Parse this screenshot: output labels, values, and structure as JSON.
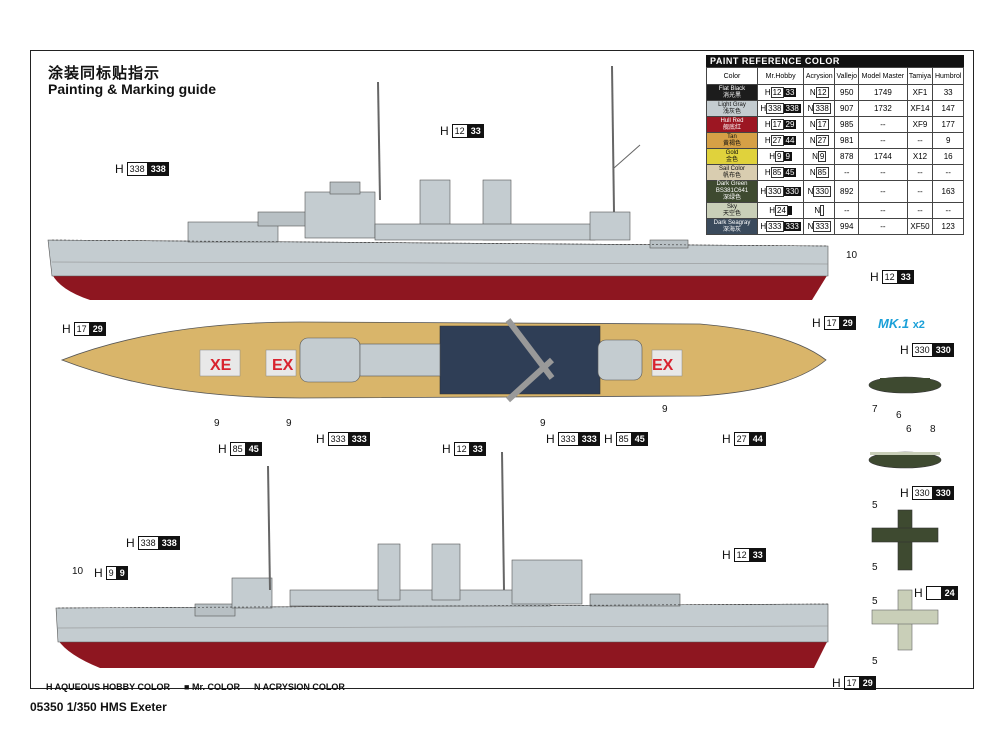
{
  "header": {
    "title_cn": "涂装同标贴指示",
    "title_en": "Painting & Marking guide"
  },
  "footer": {
    "product": "05350  1/350 HMS Exeter"
  },
  "legend": [
    {
      "key": "H",
      "label": "AQUEOUS HOBBY COLOR"
    },
    {
      "key": "■",
      "label": "Mr. COLOR"
    },
    {
      "key": "N",
      "label": "ACRYSION COLOR"
    }
  ],
  "paint_table": {
    "title": "PAINT  REFERENCE COLOR",
    "headers": [
      "Color",
      "Mr.Hobby",
      "Acrysion",
      "Vallejo",
      "Model Master",
      "Tamiya",
      "Humbrol"
    ],
    "rows": [
      {
        "name": "Flat Black",
        "cn": "消光黑",
        "swatch": "#1c1c1c",
        "text": "#ffffff",
        "h": "12",
        "mr": "33",
        "n": "12",
        "vallejo": "950",
        "mm": "1749",
        "tamiya": "XF1",
        "humbrol": "33"
      },
      {
        "name": "Light Gray",
        "cn": "浅灰色",
        "swatch": "#c4ccd0",
        "text": "#111111",
        "h": "338",
        "mr": "338",
        "n": "338",
        "vallejo": "907",
        "mm": "1732",
        "tamiya": "XF14",
        "humbrol": "147"
      },
      {
        "name": "Hull Red",
        "cn": "舰底红",
        "swatch": "#9c1622",
        "text": "#ffffff",
        "h": "17",
        "mr": "29",
        "n": "17",
        "vallejo": "985",
        "mm": "--",
        "tamiya": "XF9",
        "humbrol": "177"
      },
      {
        "name": "Tan",
        "cn": "黄褐色",
        "swatch": "#d6a046",
        "text": "#111111",
        "h": "27",
        "mr": "44",
        "n": "27",
        "vallejo": "981",
        "mm": "--",
        "tamiya": "--",
        "humbrol": "9"
      },
      {
        "name": "Gold",
        "cn": "金色",
        "swatch": "#e0d23c",
        "text": "#111111",
        "h": "9",
        "mr": "9",
        "n": "9",
        "vallejo": "878",
        "mm": "1744",
        "tamiya": "X12",
        "humbrol": "16"
      },
      {
        "name": "Sail Color",
        "cn": "帆布色",
        "swatch": "#d9cdb0",
        "text": "#111111",
        "h": "85",
        "mr": "45",
        "n": "85",
        "vallejo": "--",
        "mm": "--",
        "tamiya": "--",
        "humbrol": "--"
      },
      {
        "name": "Dark Green BS381C641",
        "cn": "深绿色",
        "swatch": "#3e4a30",
        "text": "#ffffff",
        "h": "330",
        "mr": "330",
        "n": "330",
        "vallejo": "892",
        "mm": "--",
        "tamiya": "--",
        "humbrol": "163"
      },
      {
        "name": "Sky",
        "cn": "天空色",
        "swatch": "#c9cfb8",
        "text": "#111111",
        "h": "24",
        "mr": "",
        "n": "",
        "vallejo": "--",
        "mm": "--",
        "tamiya": "--",
        "humbrol": "--"
      },
      {
        "name": "Dark Seagray",
        "cn": "深海灰",
        "swatch": "#3a4a5c",
        "text": "#ffffff",
        "h": "333",
        "mr": "333",
        "n": "333",
        "vallejo": "994",
        "mm": "--",
        "tamiya": "XF50",
        "humbrol": "123"
      }
    ]
  },
  "aircraft": {
    "label": "MK.1",
    "count": "x2"
  },
  "ship": {
    "deck_marking": "EX",
    "deck_marking_rev": "XE"
  },
  "callouts": [
    {
      "h": "12",
      "c": "33"
    },
    {
      "h": "338",
      "c": "338"
    },
    {
      "h": "12",
      "c": "33"
    },
    {
      "h": "17",
      "c": "29"
    },
    {
      "h": "17",
      "c": "29"
    },
    {
      "h": "330",
      "c": "330"
    },
    {
      "h": "85",
      "c": "45"
    },
    {
      "h": "333",
      "c": "333"
    },
    {
      "h": "12",
      "c": "33"
    },
    {
      "h": "333",
      "c": "333"
    },
    {
      "h": "85",
      "c": "45"
    },
    {
      "h": "27",
      "c": "44"
    },
    {
      "h": "330",
      "c": "330"
    },
    {
      "h": "338",
      "c": "338"
    },
    {
      "h": "9",
      "c": "9"
    },
    {
      "h": "12",
      "c": "33"
    },
    {
      "h": "17",
      "c": "29"
    },
    {
      "h": "",
      "c": "24"
    }
  ],
  "part_numbers": [
    "10",
    "7",
    "6",
    "9",
    "9",
    "9",
    "9",
    "6",
    "8",
    "5",
    "5",
    "10",
    "5",
    "5"
  ],
  "colors": {
    "grey": "#c4ccd0",
    "hull_red": "#8e1620",
    "deck_tan": "#d9b56a",
    "seagray": "#2f3e56",
    "decal_red": "#d8232f"
  }
}
